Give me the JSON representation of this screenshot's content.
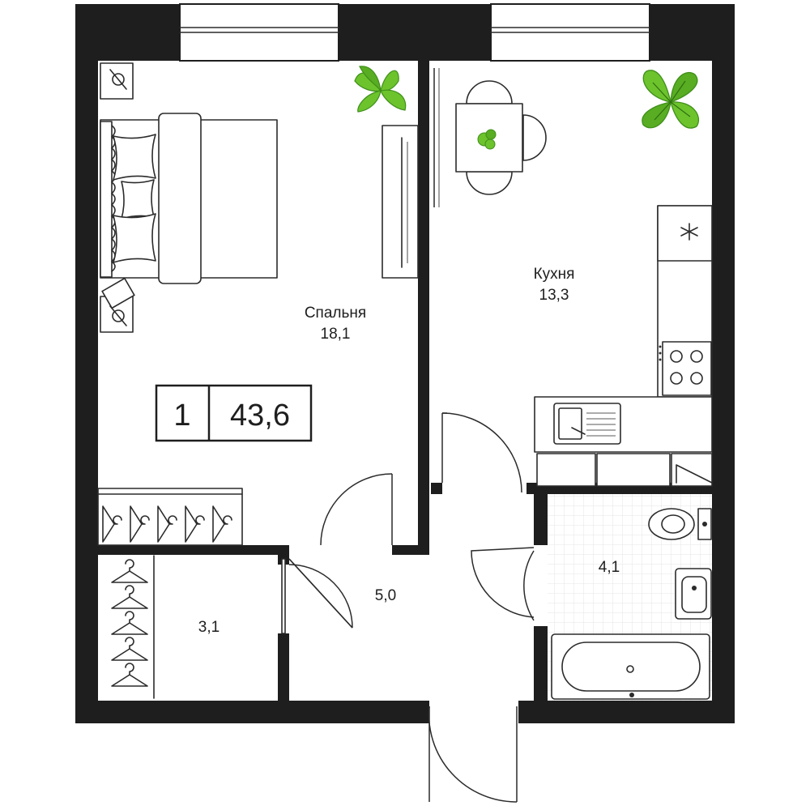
{
  "plan": {
    "rooms": [
      {
        "id": "bedroom",
        "name": "Спальня",
        "area": "18,1"
      },
      {
        "id": "kitchen",
        "name": "Кухня",
        "area": "13,3"
      },
      {
        "id": "bathroom",
        "name": "",
        "area": "4,1"
      },
      {
        "id": "hallway",
        "name": "",
        "area": "5,0"
      },
      {
        "id": "wardrobe",
        "name": "",
        "area": "3,1"
      }
    ],
    "summary": {
      "rooms_count": "1",
      "total_area": "43,6"
    },
    "colors": {
      "wall": "#1e1e1e",
      "plant": "#6cc32c",
      "plant_dark": "#3f8f1a",
      "tile": "#e6e6e6"
    },
    "icons": [
      "bed-icon",
      "pillow-icon",
      "lamp-icon",
      "plant-icon",
      "dining-table-icon",
      "chair-icon",
      "stove-icon",
      "sink-icon",
      "toilet-icon",
      "bathtub-icon",
      "hanger-icon",
      "snowflake-icon",
      "door-icon",
      "window-icon"
    ]
  }
}
